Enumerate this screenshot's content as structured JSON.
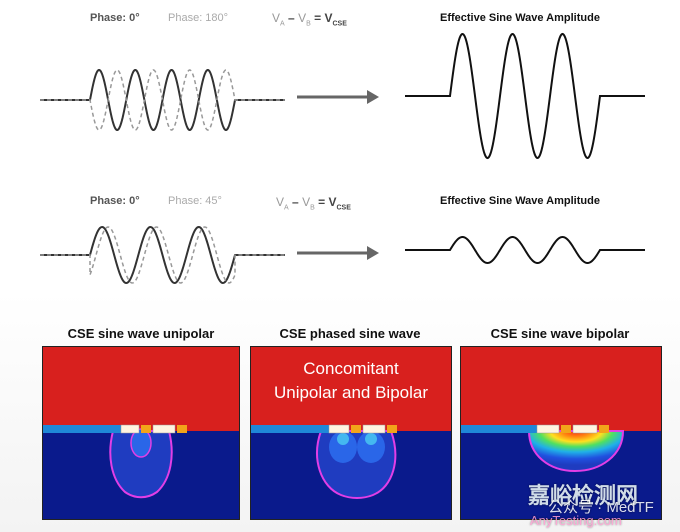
{
  "row1": {
    "phase_a": "Phase: 0°",
    "phase_b": "Phase: 180°",
    "eq_va": "V",
    "eq_va_sub": "A",
    "eq_minus": "–",
    "eq_vb": "V",
    "eq_vb_sub": "B",
    "eq_equals": "=",
    "eq_vcse": "V",
    "eq_vcse_sub": "CSE",
    "result_title": "Effective Sine Wave Amplitude"
  },
  "row2": {
    "phase_a": "Phase: 0°",
    "phase_b": "Phase: 45°",
    "eq_va": "V",
    "eq_va_sub": "A",
    "eq_minus": "–",
    "eq_vb": "V",
    "eq_vb_sub": "B",
    "eq_equals": "=",
    "eq_vcse": "V",
    "eq_vcse_sub": "CSE",
    "result_title": "Effective Sine Wave Amplitude"
  },
  "panels": {
    "unipolar_title": "CSE sine wave unipolar",
    "phased_title": "CSE phased sine wave",
    "bipolar_title": "CSE sine wave bipolar",
    "phased_overlay_line1": "Concomitant",
    "phased_overlay_line2": "Unipolar and Bipolar"
  },
  "watermark": {
    "cn_brand": "嘉峪检测网",
    "cn_label": "公众号 · MedTF",
    "site": "AnyTesting.com"
  },
  "colors": {
    "tissue_red": "#d8201e",
    "deep_blue": "#0a1a8c",
    "catheter_blue": "#1f88d8",
    "contour_magenta": "#e23ee6",
    "electrode_orange": "#f2a41a"
  }
}
